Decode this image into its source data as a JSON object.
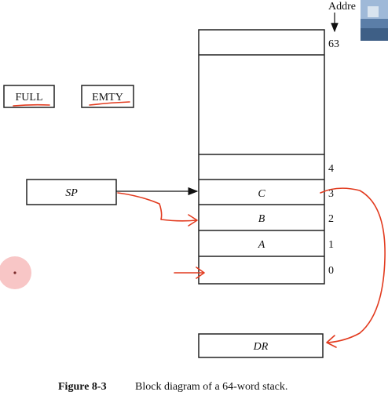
{
  "header": {
    "address_label": "Addre"
  },
  "flags": {
    "full": "FULL",
    "empty": "EMTY"
  },
  "register": {
    "sp": "SP",
    "dr": "DR"
  },
  "stack": {
    "address_top": "63",
    "words": [
      {
        "address": "4",
        "value": ""
      },
      {
        "address": "3",
        "value": "C"
      },
      {
        "address": "2",
        "value": "B"
      },
      {
        "address": "1",
        "value": "A"
      },
      {
        "address": "0",
        "value": ""
      }
    ]
  },
  "caption": {
    "figure_number": "Figure 8-3",
    "text": "Block diagram of a 64-word stack."
  },
  "colors": {
    "annotation": "#e23a1e",
    "pointer_dot": "#f8c6c6"
  }
}
